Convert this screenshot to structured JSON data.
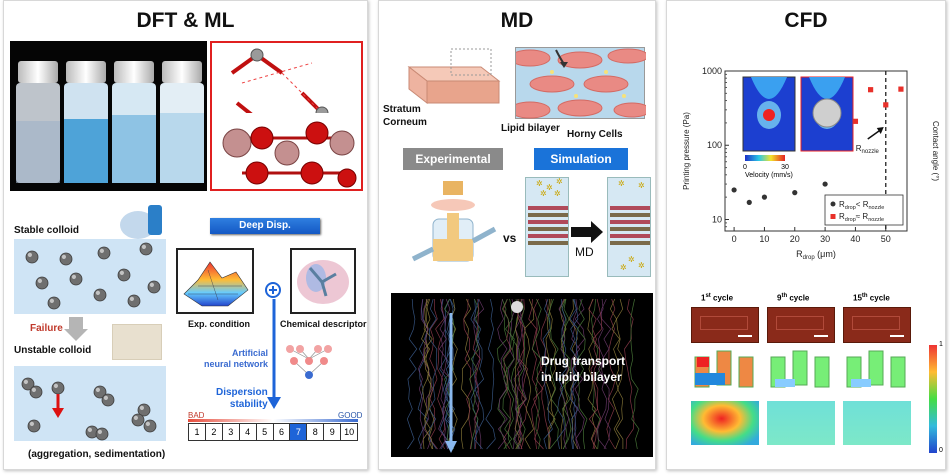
{
  "panels": {
    "dft": {
      "title": "DFT & ML",
      "stable": "Stable colloid",
      "failure": "Failure",
      "unstable": "Unstable colloid",
      "aggregation": "(aggregation, sedimentation)",
      "deep_disp": "Deep Disp.",
      "exp_condition": "Exp. condition",
      "chem_descriptor": "Chemical descriptor",
      "ann": "Artificial\nneural network",
      "dispersion": "Dispersion\nstability",
      "bad": "BAD",
      "good": "GOOD",
      "scale": [
        "1",
        "2",
        "3",
        "4",
        "5",
        "6",
        "7",
        "8",
        "9",
        "10"
      ],
      "scale_selected": 7
    },
    "md": {
      "title": "MD",
      "stratum": "Stratum\nCorneum",
      "lipid": "Lipid bilayer",
      "horny": "Horny Cells",
      "experimental": "Experimental",
      "simulation": "Simulation",
      "vs": "vs",
      "md_label": "MD",
      "drug": "Drug transport\nin lipid bilayer"
    },
    "cfd": {
      "title": "CFD",
      "chart": {
        "ylabel": "Printing pressure (Pa)",
        "ylabel_right": "Contact angle (°)",
        "xlabel": "R",
        "xlabel_sub": "drop",
        "xlabel_unit": " (μm)",
        "xticks": [
          "0",
          "10",
          "20",
          "30",
          "40",
          "50"
        ],
        "yticks": [
          "1000",
          "100",
          "10"
        ],
        "velocity_label": "Velocity (mm/s)",
        "cbar_min": "0",
        "cbar_max": "30",
        "rnozzle": "R",
        "rnozzle_sub": "nozzle",
        "legend1": "R",
        "legend1_sub": "drop",
        "legend1_rest": "< R",
        "legend1_sub2": "nozzle",
        "legend2": "R",
        "legend2_sub": "drop",
        "legend2_rest": "≈ R",
        "legend2_sub2": "nozzle"
      },
      "chart_data": {
        "type": "scatter",
        "x_unit": "μm",
        "ylog": true,
        "ylim": [
          7,
          1000
        ],
        "xlim": [
          -3,
          57
        ],
        "series": [
          {
            "name": "Rdrop < Rnozzle",
            "color": "#333333",
            "x": [
              0,
              5,
              10,
              20,
              30
            ],
            "y": [
              25,
              17,
              20,
              23,
              30
            ]
          },
          {
            "name": "Rdrop ≈ Rnozzle",
            "color": "#e8302a",
            "x": [
              40,
              45,
              50,
              55
            ],
            "y": [
              210,
              560,
              350,
              570
            ]
          }
        ],
        "vline_x": 50
      },
      "cycles": [
        {
          "n": "1",
          "sup": "st",
          "rest": " cycle"
        },
        {
          "n": "9",
          "sup": "th",
          "rest": " cycle"
        },
        {
          "n": "15",
          "sup": "th",
          "rest": " cycle"
        }
      ],
      "cbar2_top": "1",
      "cbar2_bottom": "0"
    }
  }
}
